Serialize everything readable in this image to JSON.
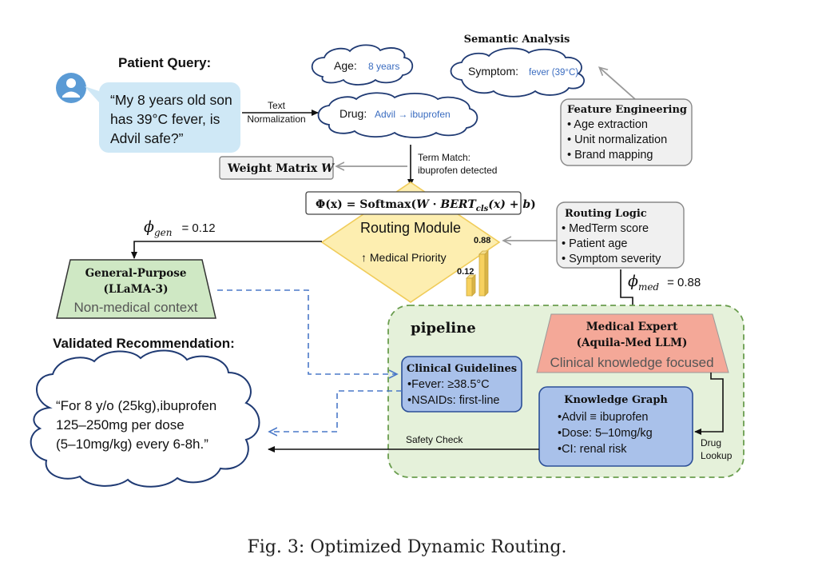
{
  "patient_query": {
    "title": "Patient Query:",
    "lines": [
      "“My 8 years old son",
      "has 39°C fever, is",
      "Advil safe?”"
    ]
  },
  "text_normalization": [
    "Text",
    "Normalization"
  ],
  "semantic_analysis": {
    "title": "Semantic Analysis",
    "age_label": "Age:",
    "age_value": "8 years",
    "symptom_label": "Symptom:",
    "symptom_value": "fever (39°C)",
    "drug_label": "Drug:",
    "drug_value": "Advil → ibuprofen"
  },
  "feature_engineering": {
    "title": "Feature Engineering",
    "items": [
      "• Age extraction",
      "• Unit normalization",
      "• Brand mapping"
    ]
  },
  "term_match": [
    "Term Match:",
    "ibuprofen detected"
  ],
  "weight_matrix": {
    "label": "Weight Matrix",
    "symbol": "W"
  },
  "formula": {
    "prefix": "Φ(x) = Softmax(",
    "w": "W",
    "dot": " · ",
    "bert": "BERT",
    "sub": "cls",
    "paren_x": "(x)",
    "plus": " + ",
    "b": "b",
    "suffix": ")"
  },
  "routing_module": {
    "title": "Routing Module",
    "priority": "↑ Medical Priority",
    "bar_high_label": "0.88",
    "bar_low_label": "0.12"
  },
  "routing_logic": {
    "title": "Routing Logic",
    "items": [
      "• MedTerm score",
      "• Patient age",
      "• Symptom severity"
    ]
  },
  "phi_gen": {
    "phi": "ϕ",
    "sub": "gen",
    "eq": "= 0.12"
  },
  "phi_med": {
    "phi": "ϕ",
    "sub": "med",
    "eq": "= 0.88"
  },
  "general_purpose": {
    "title": "General-Purpose",
    "model": "(LLaMA-3)",
    "note": "Non-medical context"
  },
  "pipeline": {
    "label": "pipeline",
    "medical_expert": {
      "title": "Medical Expert",
      "model": "(Aquila-Med LLM)",
      "note": "Clinical knowledge focused"
    },
    "clinical_guidelines": {
      "title": "Clinical Guidelines",
      "items": [
        "•Fever: ≥38.5°C",
        "•NSAIDs: first-line"
      ]
    },
    "knowledge_graph": {
      "title": "Knowledge Graph",
      "items": [
        "•Advil ≡ ibuprofen",
        "•Dose: 5–10mg/kg",
        "•CI: renal risk"
      ]
    },
    "drug_lookup": [
      "Drug",
      "Lookup"
    ]
  },
  "safety_check": "Safety Check",
  "validated": {
    "title": "Validated Recommendation:",
    "lines": [
      "“For 8 y/o (25kg),ibuprofen",
      "125–250mg per dose",
      "(5–10mg/kg) every 6-8h.”"
    ]
  },
  "caption": "Fig. 3: Optimized Dynamic Routing.",
  "colors": {
    "speech_bubble": "#cfe8f6",
    "cloud_stroke": "#1f3a73",
    "value_blue": "#3a6cc0",
    "routing_diamond": "#fdeeb0",
    "routing_stroke": "#f0cc5a",
    "general_fill": "#cfe8c4",
    "pipeline_fill": "#e5f1da",
    "pipeline_stroke": "#6a9d4e",
    "medical_fill": "#f4a898",
    "blue_box_fill": "#a9c1ea",
    "blue_box_stroke": "#2c4f97",
    "gray_box_fill": "#f0f0f0",
    "bar_fill": "#f7d15f",
    "dashed_arrow": "#4a78c8"
  },
  "icons": {
    "user": "user-avatar-icon"
  }
}
